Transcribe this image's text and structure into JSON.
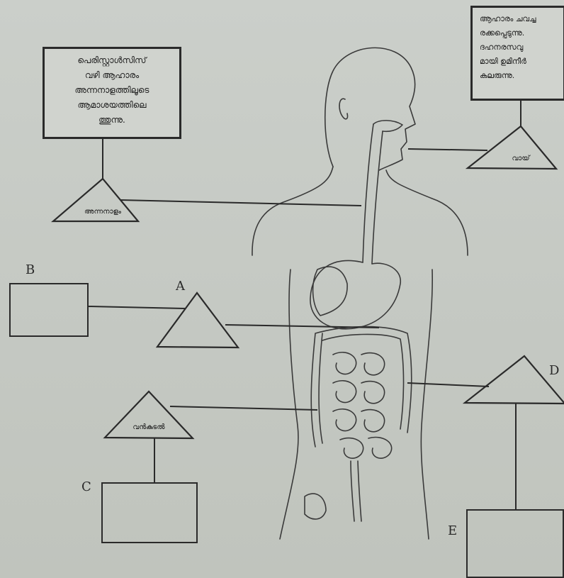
{
  "notes": {
    "left": "പെരിസ്റ്റാൾസിസ്\nവഴി ആഹാരം\nഅന്നനാളത്തിലൂടെ\nആമാശയത്തിലെ\nത്തുന്നു.",
    "right": "ആഹാരം ചവച്ച\nരക്കപ്പെടുന്നു.\nദഹനരസവു\nമായി ഉമിനീർ\nകലരുന്നു."
  },
  "triangles": {
    "oesophagus": "അന്നനാളം",
    "mouth": "വായ്",
    "large_intestine": "വൻകുടൽ"
  },
  "letters": {
    "a": "A",
    "b": "B",
    "c": "C",
    "d": "D",
    "e": "E"
  }
}
